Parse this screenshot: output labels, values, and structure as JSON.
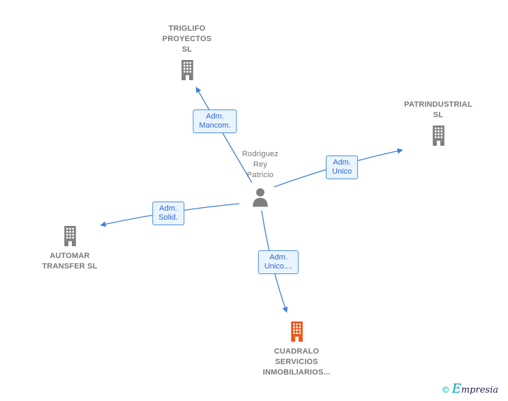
{
  "colors": {
    "edge_blue": "#3f7ed5",
    "edge_label_text": "#3465cc",
    "edge_label_bg": "#e9f4fd",
    "edge_label_border": "#4a90d9",
    "node_text_gray": "#78787a",
    "building_gray": "#7f7f7f",
    "building_highlight_orange": "#f05515",
    "brand_teal": "#00a6b6",
    "brand_dark": "#1c1c50"
  },
  "person": {
    "line1": "Rodriguez",
    "line2": "Rey",
    "line3": "Patricio"
  },
  "companies": {
    "triglifo": {
      "line1": "TRIGLIFO",
      "line2": "PROYECTOS",
      "line3": "SL"
    },
    "patrindustrial": {
      "line1": "PATRINDUSTRIAL",
      "line2": "SL"
    },
    "automar": {
      "line1": "AUTOMAR",
      "line2": "TRANSFER  SL"
    },
    "cuadralo": {
      "line1": "CUADRALO",
      "line2": "SERVICIOS",
      "line3": "INMOBILIARIOS..."
    }
  },
  "edges": {
    "mancom": {
      "line1": "Adm.",
      "line2": "Mancom."
    },
    "unico": {
      "line1": "Adm.",
      "line2": "Unico"
    },
    "solid": {
      "line1": "Adm.",
      "line2": "Solid."
    },
    "unico_dots": {
      "line1": "Adm.",
      "line2": "Unico...."
    }
  },
  "watermark": {
    "copyright": "©",
    "brand": "Empresia"
  }
}
